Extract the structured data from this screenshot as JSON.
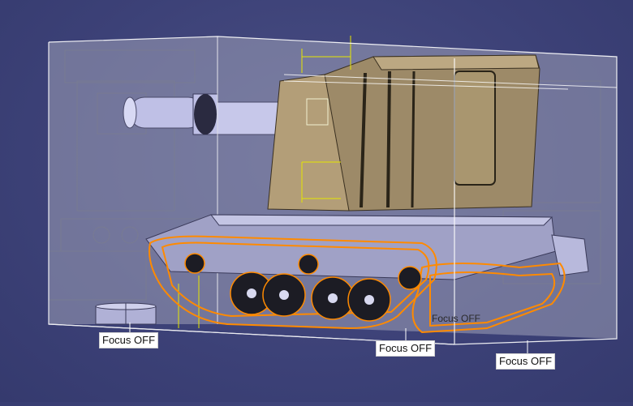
{
  "viewport": {
    "background": "#3c4177",
    "accent_wire": "#ff8a00",
    "accent_constraint": "#e6e600"
  },
  "annotations": [
    {
      "id": "a1",
      "label": "Focus OFF"
    },
    {
      "id": "a2",
      "label": "Focus OFF"
    },
    {
      "id": "a3",
      "label": "Focus OFF"
    },
    {
      "id": "a4",
      "label": "Focus OFF"
    }
  ]
}
